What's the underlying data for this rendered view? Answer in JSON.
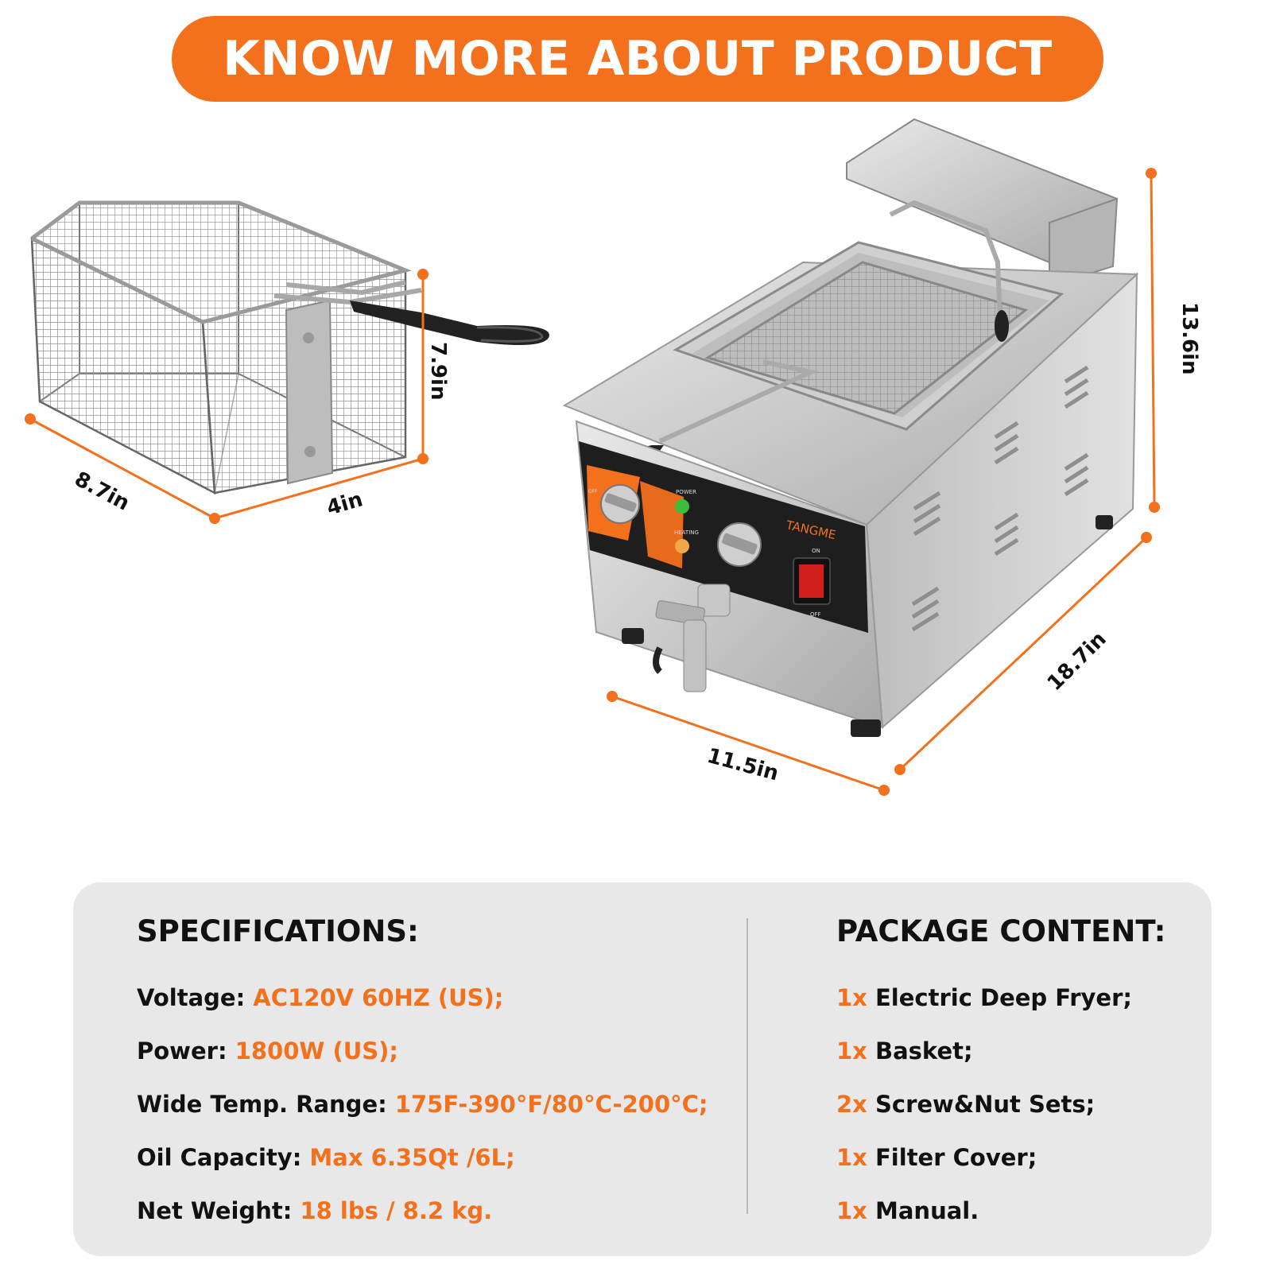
{
  "banner": {
    "title": "KNOW MORE ABOUT PRODUCT"
  },
  "dimensions": {
    "basket_width": "8.7in",
    "basket_depth": "4in",
    "basket_height": "7.9in",
    "fryer_height": "13.6in",
    "fryer_width": "11.5in",
    "fryer_depth": "18.7in"
  },
  "fryer_panel": {
    "brand": "TANGME",
    "power_label": "POWER",
    "heating_label": "HEATING",
    "switch_on": "ON",
    "switch_off": "OFF",
    "dial_off": "OFF"
  },
  "specifications": {
    "heading": "SPECIFICATIONS:",
    "items": [
      {
        "label": "Voltage:",
        "value": "AC120V 60HZ (US);"
      },
      {
        "label": "Power:",
        "value": "1800W (US);"
      },
      {
        "label": "Wide Temp. Range:",
        "value": "175F-390°F/80°C-200°C;"
      },
      {
        "label": "Oil Capacity:",
        "value": "Max 6.35Qt /6L;"
      },
      {
        "label": "Net Weight:",
        "value": "18 lbs / 8.2 kg."
      }
    ]
  },
  "package": {
    "heading": "PACKAGE CONTENT:",
    "items": [
      {
        "qty": "1x",
        "name": "Electric Deep Fryer;"
      },
      {
        "qty": "1x",
        "name": "Basket;"
      },
      {
        "qty": "2x",
        "name": "Screw&Nut Sets;"
      },
      {
        "qty": "1x",
        "name": "Filter Cover;"
      },
      {
        "qty": "1x",
        "name": "Manual."
      }
    ]
  },
  "colors": {
    "accent": "#f3701c",
    "panel": "#e8e8e8",
    "text": "#111111"
  }
}
